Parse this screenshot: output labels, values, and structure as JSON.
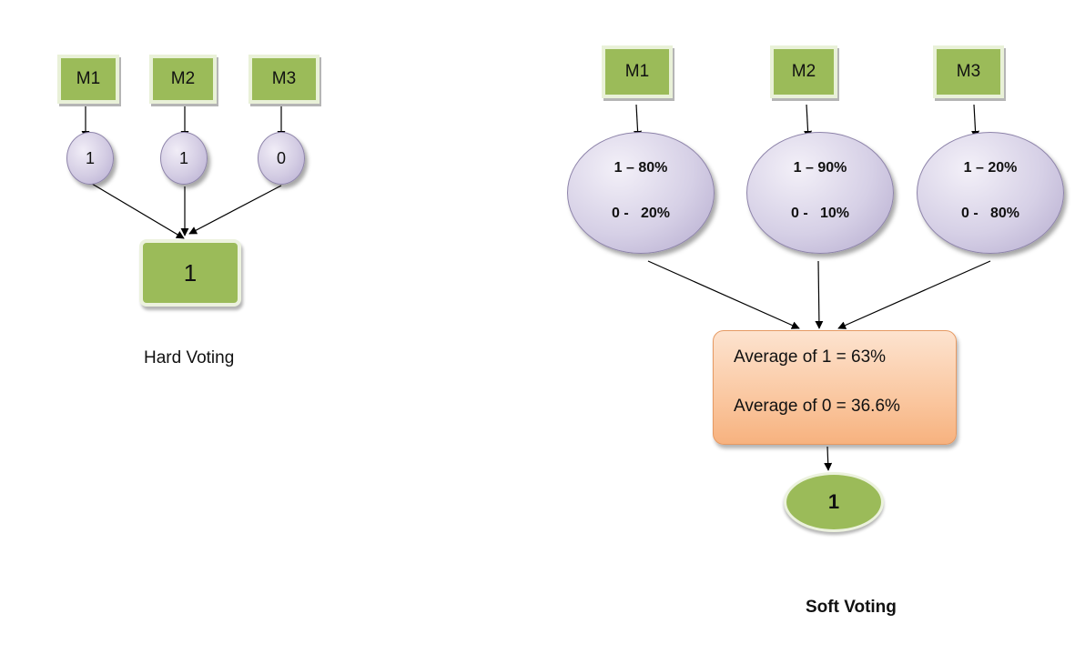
{
  "hard_voting": {
    "caption": "Hard Voting",
    "models": [
      {
        "label": "M1",
        "vote": "1"
      },
      {
        "label": "M2",
        "vote": "1"
      },
      {
        "label": "M3",
        "vote": "0"
      }
    ],
    "result": "1"
  },
  "soft_voting": {
    "caption": "Soft Voting",
    "models": [
      {
        "label": "M1",
        "prob_1": "1 – 80%",
        "prob_0": "0 -   20%"
      },
      {
        "label": "M2",
        "prob_1": "1 – 90%",
        "prob_0": "0 -   10%"
      },
      {
        "label": "M3",
        "prob_1": "1 – 20%",
        "prob_0": "0 -   80%"
      }
    ],
    "average_1": "Average of 1 = 63%",
    "average_0": "Average of 0 = 36.6%",
    "result": "1"
  },
  "colors": {
    "model_box": "#9bbb59",
    "vote_node": "#d3cce3",
    "average_box": "#fac7a0",
    "arrow": "#000000"
  }
}
